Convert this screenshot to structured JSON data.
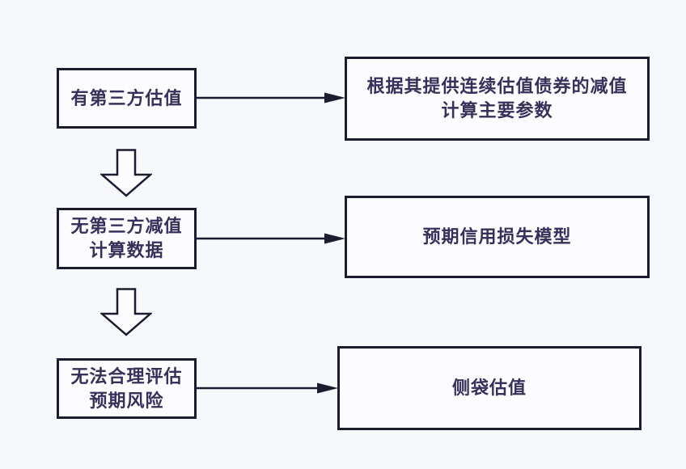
{
  "diagram": {
    "type": "flowchart",
    "colors": {
      "background": "#f7f8fb",
      "box_background": "#fcfcfe",
      "border": "#1c1c30",
      "text": "#35315a"
    },
    "rows": [
      {
        "condition": "有第三方估值",
        "result": "根据其提供连续估值债券的减值\n计算主要参数"
      },
      {
        "condition": "无第三方减值\n计算数据",
        "result": "预期信用损失模型"
      },
      {
        "condition": "无法合理评估\n预期风险",
        "result": "侧袋估值"
      }
    ]
  }
}
